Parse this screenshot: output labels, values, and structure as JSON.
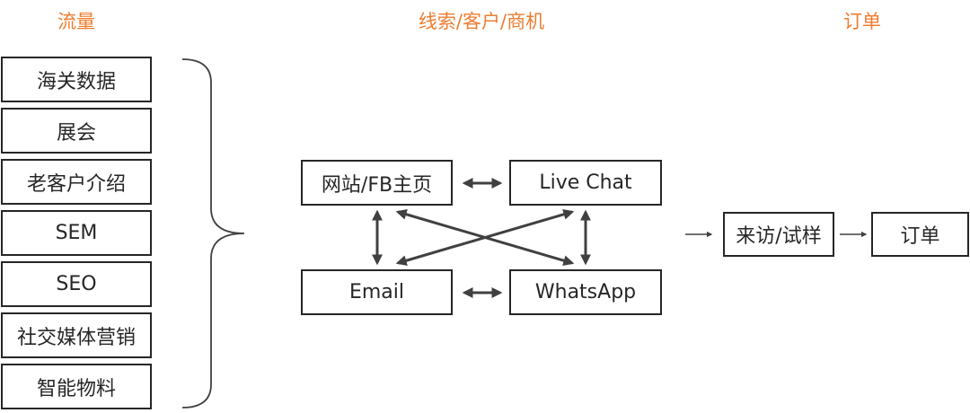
{
  "headings": {
    "traffic": "流量",
    "leads": "线索/客户/商机",
    "orders": "订单"
  },
  "sources": [
    "海关数据",
    "展会",
    "老客户介绍",
    "SEM",
    "SEO",
    "社交媒体营销",
    "智能物料"
  ],
  "channels": {
    "website": "网站/FB主页",
    "live_chat": "Live Chat",
    "email": "Email",
    "whatsapp": "WhatsApp"
  },
  "flow": {
    "visit": "来访/试样",
    "order": "订单"
  },
  "colors": {
    "accent": "#ed7d31",
    "line": "#404040",
    "border": "#262626"
  }
}
